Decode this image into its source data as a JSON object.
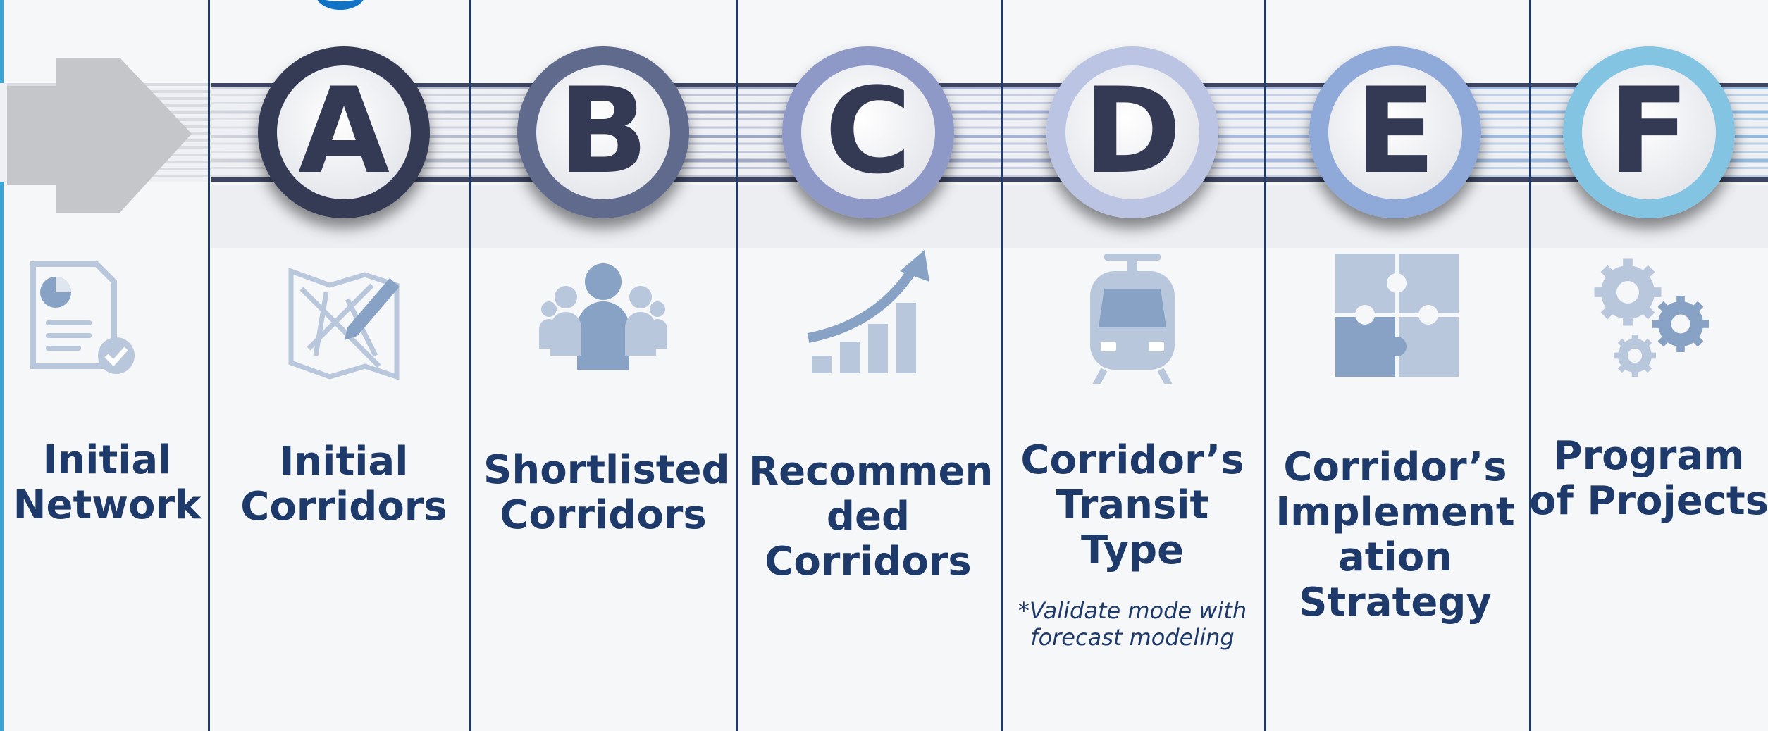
{
  "colors": {
    "navy": "#1e3a6b",
    "dark_letter": "#353a54",
    "icon_light": "#b9c7dc",
    "icon_mid": "#87a2c4",
    "ring_colors": [
      "#353a54",
      "#5e6a8c",
      "#8e99c8",
      "#bcc4e4",
      "#8fa9d9",
      "#84c4e3"
    ],
    "edge_accent": "#3aa6d8"
  },
  "steps": [
    {
      "id": "start",
      "letter": "",
      "icon": "document-chart-check-icon",
      "lines": [
        "Initial",
        "Network"
      ]
    },
    {
      "id": "a",
      "letter": "A",
      "icon": "map-pencil-icon",
      "lines": [
        "Initial",
        "Corridors"
      ]
    },
    {
      "id": "b",
      "letter": "B",
      "icon": "group-people-icon",
      "lines": [
        "Shortlisted",
        "Corridors"
      ]
    },
    {
      "id": "c",
      "letter": "C",
      "icon": "growth-chart-icon",
      "lines": [
        "Recommen",
        "ded",
        "Corridors"
      ]
    },
    {
      "id": "d",
      "letter": "D",
      "icon": "train-icon",
      "lines": [
        "Corridor’s",
        "Transit",
        "Type"
      ],
      "note": [
        "*Validate mode with",
        "forecast modeling"
      ]
    },
    {
      "id": "e",
      "letter": "E",
      "icon": "puzzle-icon",
      "lines": [
        "Corridor’s",
        "Implement",
        "ation",
        "Strategy"
      ]
    },
    {
      "id": "f",
      "letter": "F",
      "icon": "gears-icon",
      "lines": [
        "Program",
        "of Projects"
      ]
    }
  ]
}
